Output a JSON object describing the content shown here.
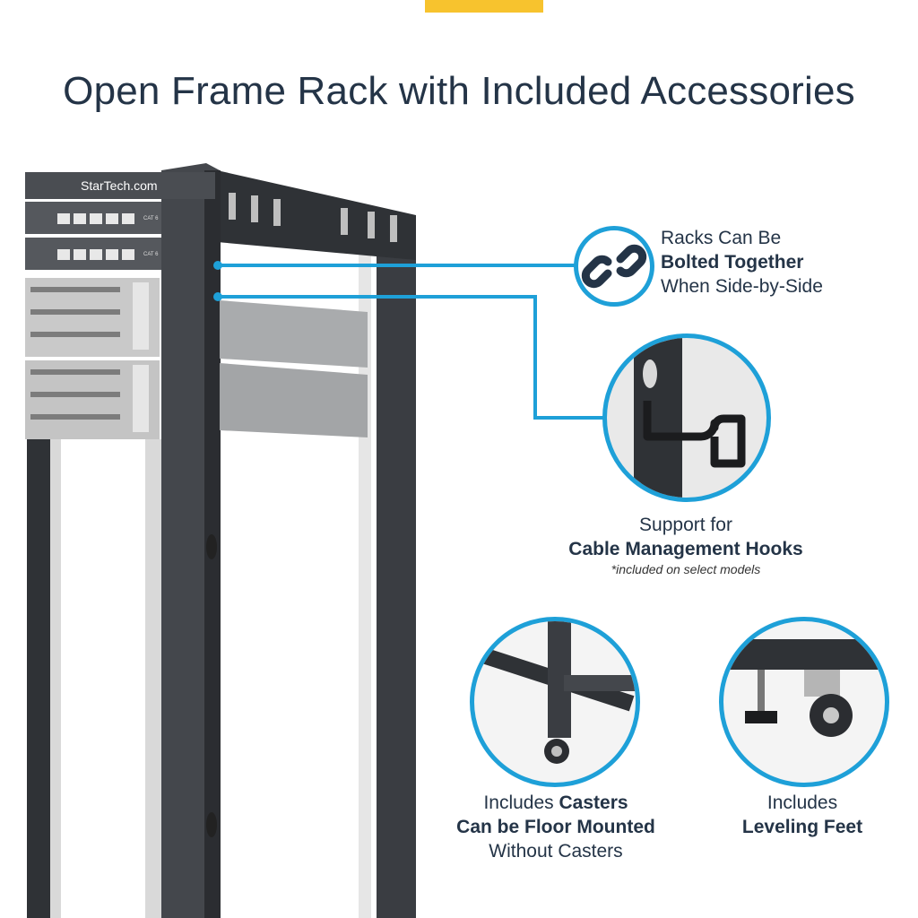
{
  "header": {
    "title": "Open Frame Rack with Included Accessories",
    "accent_color": "#f7c32e"
  },
  "brand": {
    "logo_text": "StarTech.com"
  },
  "panel_labels": {
    "cat_a": "CAT 6",
    "cat_b": "CAT 6"
  },
  "callouts": {
    "bolted": {
      "line1": "Racks Can Be",
      "line2": "Bolted Together",
      "line3": "When Side-by-Side",
      "icon": "chain-link-icon"
    },
    "hooks": {
      "line1": "Support for",
      "line2": "Cable Management Hooks",
      "note": "*included on select models",
      "icon": "cable-hook-icon"
    },
    "casters": {
      "line1_prefix": "Includes ",
      "line1_bold": "Casters",
      "line2": "Can be Floor Mounted",
      "line3": "Without Casters"
    },
    "feet": {
      "line1": "Includes",
      "line2": "Leveling Feet"
    }
  },
  "colors": {
    "callout_line": "#1ea0d8",
    "frame": "#3a3d42"
  }
}
